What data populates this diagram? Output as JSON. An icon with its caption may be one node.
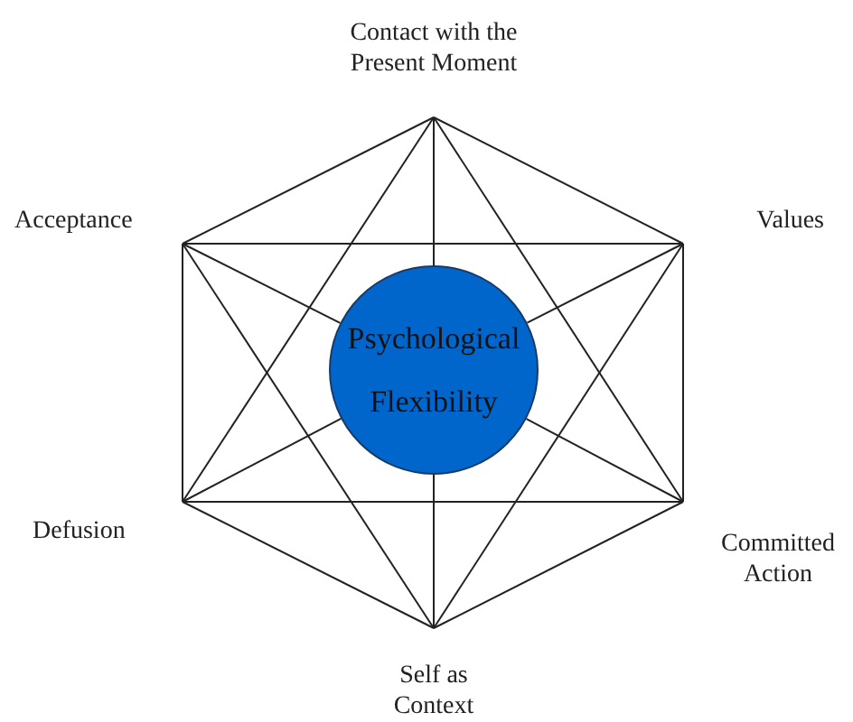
{
  "diagram": {
    "nodes": [
      {
        "text": [
          "Contact with the Present Moment"
        ]
      },
      {
        "text": [
          "Acceptance"
        ]
      },
      {
        "text": [
          "Values"
        ]
      },
      {
        "text": [
          "Psychological Flexibility"
        ]
      },
      {
        "text": [
          "Defusion"
        ]
      },
      {
        "text": [
          "Committed Action"
        ]
      },
      {
        "text": [
          "Self as Context"
        ]
      }
    ],
    "edges": [
      {
        "from": 0,
        "to": 1,
        "arrow": "none"
      },
      {
        "from": 0,
        "to": 2,
        "arrow": "none"
      },
      {
        "from": 0,
        "to": 4,
        "arrow": "none"
      },
      {
        "from": 0,
        "to": 5,
        "arrow": "none"
      },
      {
        "from": 0,
        "to": 3,
        "arrow": "none"
      },
      {
        "from": 1,
        "to": 2,
        "arrow": "none"
      },
      {
        "from": 1,
        "to": 4,
        "arrow": "none"
      },
      {
        "from": 1,
        "to": 3,
        "arrow": "none"
      },
      {
        "from": 1,
        "to": 6,
        "arrow": "none"
      },
      {
        "from": 2,
        "to": 3,
        "arrow": "none"
      },
      {
        "from": 4,
        "to": 3,
        "arrow": "none"
      },
      {
        "from": 5,
        "to": 3,
        "arrow": "none"
      },
      {
        "from": 6,
        "to": 3,
        "arrow": "none"
      },
      {
        "from": 2,
        "to": 5,
        "arrow": "none"
      },
      {
        "from": 2,
        "to": 6,
        "arrow": "none"
      },
      {
        "from": 4,
        "to": 5,
        "arrow": "none"
      },
      {
        "from": 4,
        "to": 6,
        "arrow": "none"
      },
      {
        "from": 5,
        "to": 6,
        "arrow": "none"
      }
    ]
  }
}
